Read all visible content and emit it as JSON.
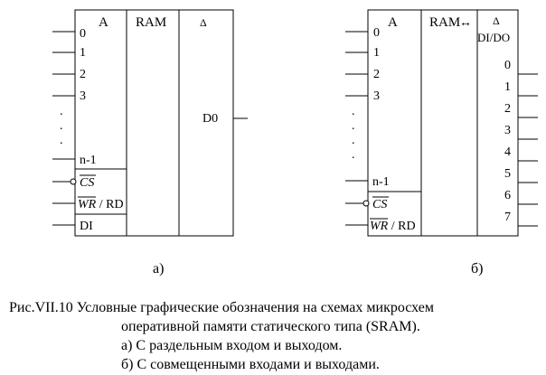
{
  "diagram_a": {
    "address_label": "A",
    "type_label": "RAM",
    "symbol": "Δ",
    "address_inputs": [
      "0",
      "1",
      "2",
      "3",
      "n-1"
    ],
    "dots": ".",
    "cs_label": "CS",
    "wr_label": "WR",
    "rd_label": " / RD",
    "di_label": "DI",
    "output_label": "D0",
    "caption": "а)"
  },
  "diagram_b": {
    "address_label": "A",
    "type_label": "RAM",
    "bidir_arrow": "↔",
    "symbol": "Δ",
    "io_label": "DI/DO",
    "address_inputs": [
      "0",
      "1",
      "2",
      "3",
      "n-1"
    ],
    "dots": ".",
    "cs_label": "CS",
    "wr_label": "WR",
    "rd_label": " / RD",
    "io_pins": [
      "0",
      "1",
      "2",
      "3",
      "4",
      "5",
      "6",
      "7"
    ],
    "caption": "б)"
  },
  "figure_caption": {
    "line1": "Рис.VII.10  Условные графические обозначения на схемах микросхем",
    "line2": "оперативной памяти статического типа (SRAM).",
    "line3": "а)  С раздельным входом и выходом.",
    "line4": "б)  С совмещенными входами и выходами."
  }
}
